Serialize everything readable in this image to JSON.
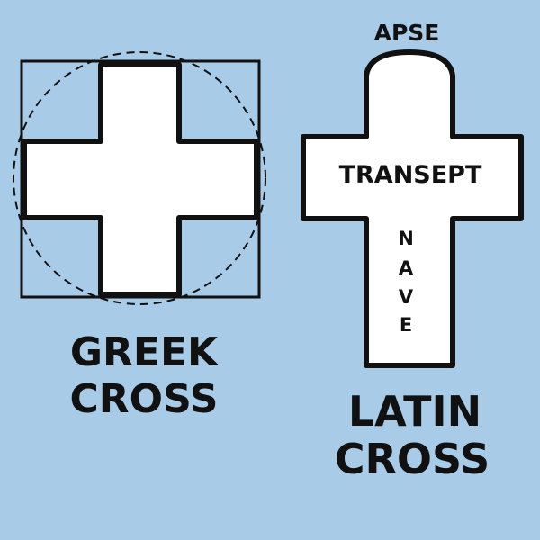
{
  "background": "#A8CCE8",
  "greek_cross": {
    "title_line1": "GREEK",
    "title_line2": "CROSS"
  },
  "latin_cross": {
    "title_line1": "LATIN",
    "title_line2": "CROSS",
    "apse_label": "APSE",
    "transept_label": "TRANSEPT",
    "nave_letters": [
      "N",
      "A",
      "V",
      "E"
    ]
  }
}
